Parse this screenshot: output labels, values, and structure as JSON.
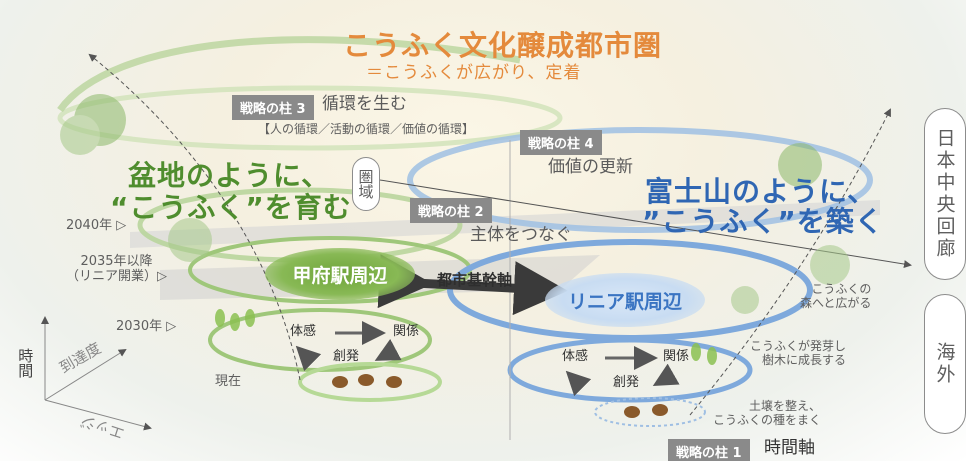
{
  "title": "こうふく文化醸成都市圏",
  "subtitle": "＝こうふくが広がり、定着",
  "left_slogan": {
    "line1": "盆地のように、",
    "line2": "“こうふく”を育む"
  },
  "right_slogan": {
    "line1": "富士山のように、",
    "line2": "”こうふく”を築く"
  },
  "pillars": [
    {
      "badge": "戦略の柱 3",
      "label": "循環を生む",
      "note": "【人の循環／活動の循環／価値の循環】"
    },
    {
      "badge": "戦略の柱 4",
      "label": "価値の更新"
    },
    {
      "badge": "戦略の柱 2",
      "label": "主体をつなぐ"
    },
    {
      "badge": "戦略の柱 1",
      "label": "時間軸"
    }
  ],
  "nodes": {
    "kofu": "甲府駅周辺",
    "linear": "リニア駅周辺",
    "axis": "都市基幹軸",
    "area": "圏域"
  },
  "years": [
    {
      "label": "2040年 ▷"
    },
    {
      "label": "2035年以降\n（リニア開業）▷"
    },
    {
      "label": "2030年 ▷"
    },
    {
      "label": "現在"
    }
  ],
  "left_cycle": {
    "a": "体感",
    "b": "関係",
    "c": "創発"
  },
  "right_cycle": {
    "a": "体感",
    "b": "関係",
    "c": "創発"
  },
  "stages": [
    {
      "text": "こうふくの\n森へと広がる"
    },
    {
      "text": "こうふくが発芽し\n樹木に成長する"
    },
    {
      "text": "土壌を整え、\nこうふくの種をまく"
    }
  ],
  "side_pills": {
    "top": "日本中央回廊",
    "bottom": "海外"
  },
  "axes": {
    "time": "時間",
    "reach": "到達度",
    "edge": "エッジ"
  },
  "colors": {
    "orange": "#e48a3c",
    "green": "#4f8d2e",
    "blue": "#2f66b3",
    "badge": "#8a8a8a"
  }
}
